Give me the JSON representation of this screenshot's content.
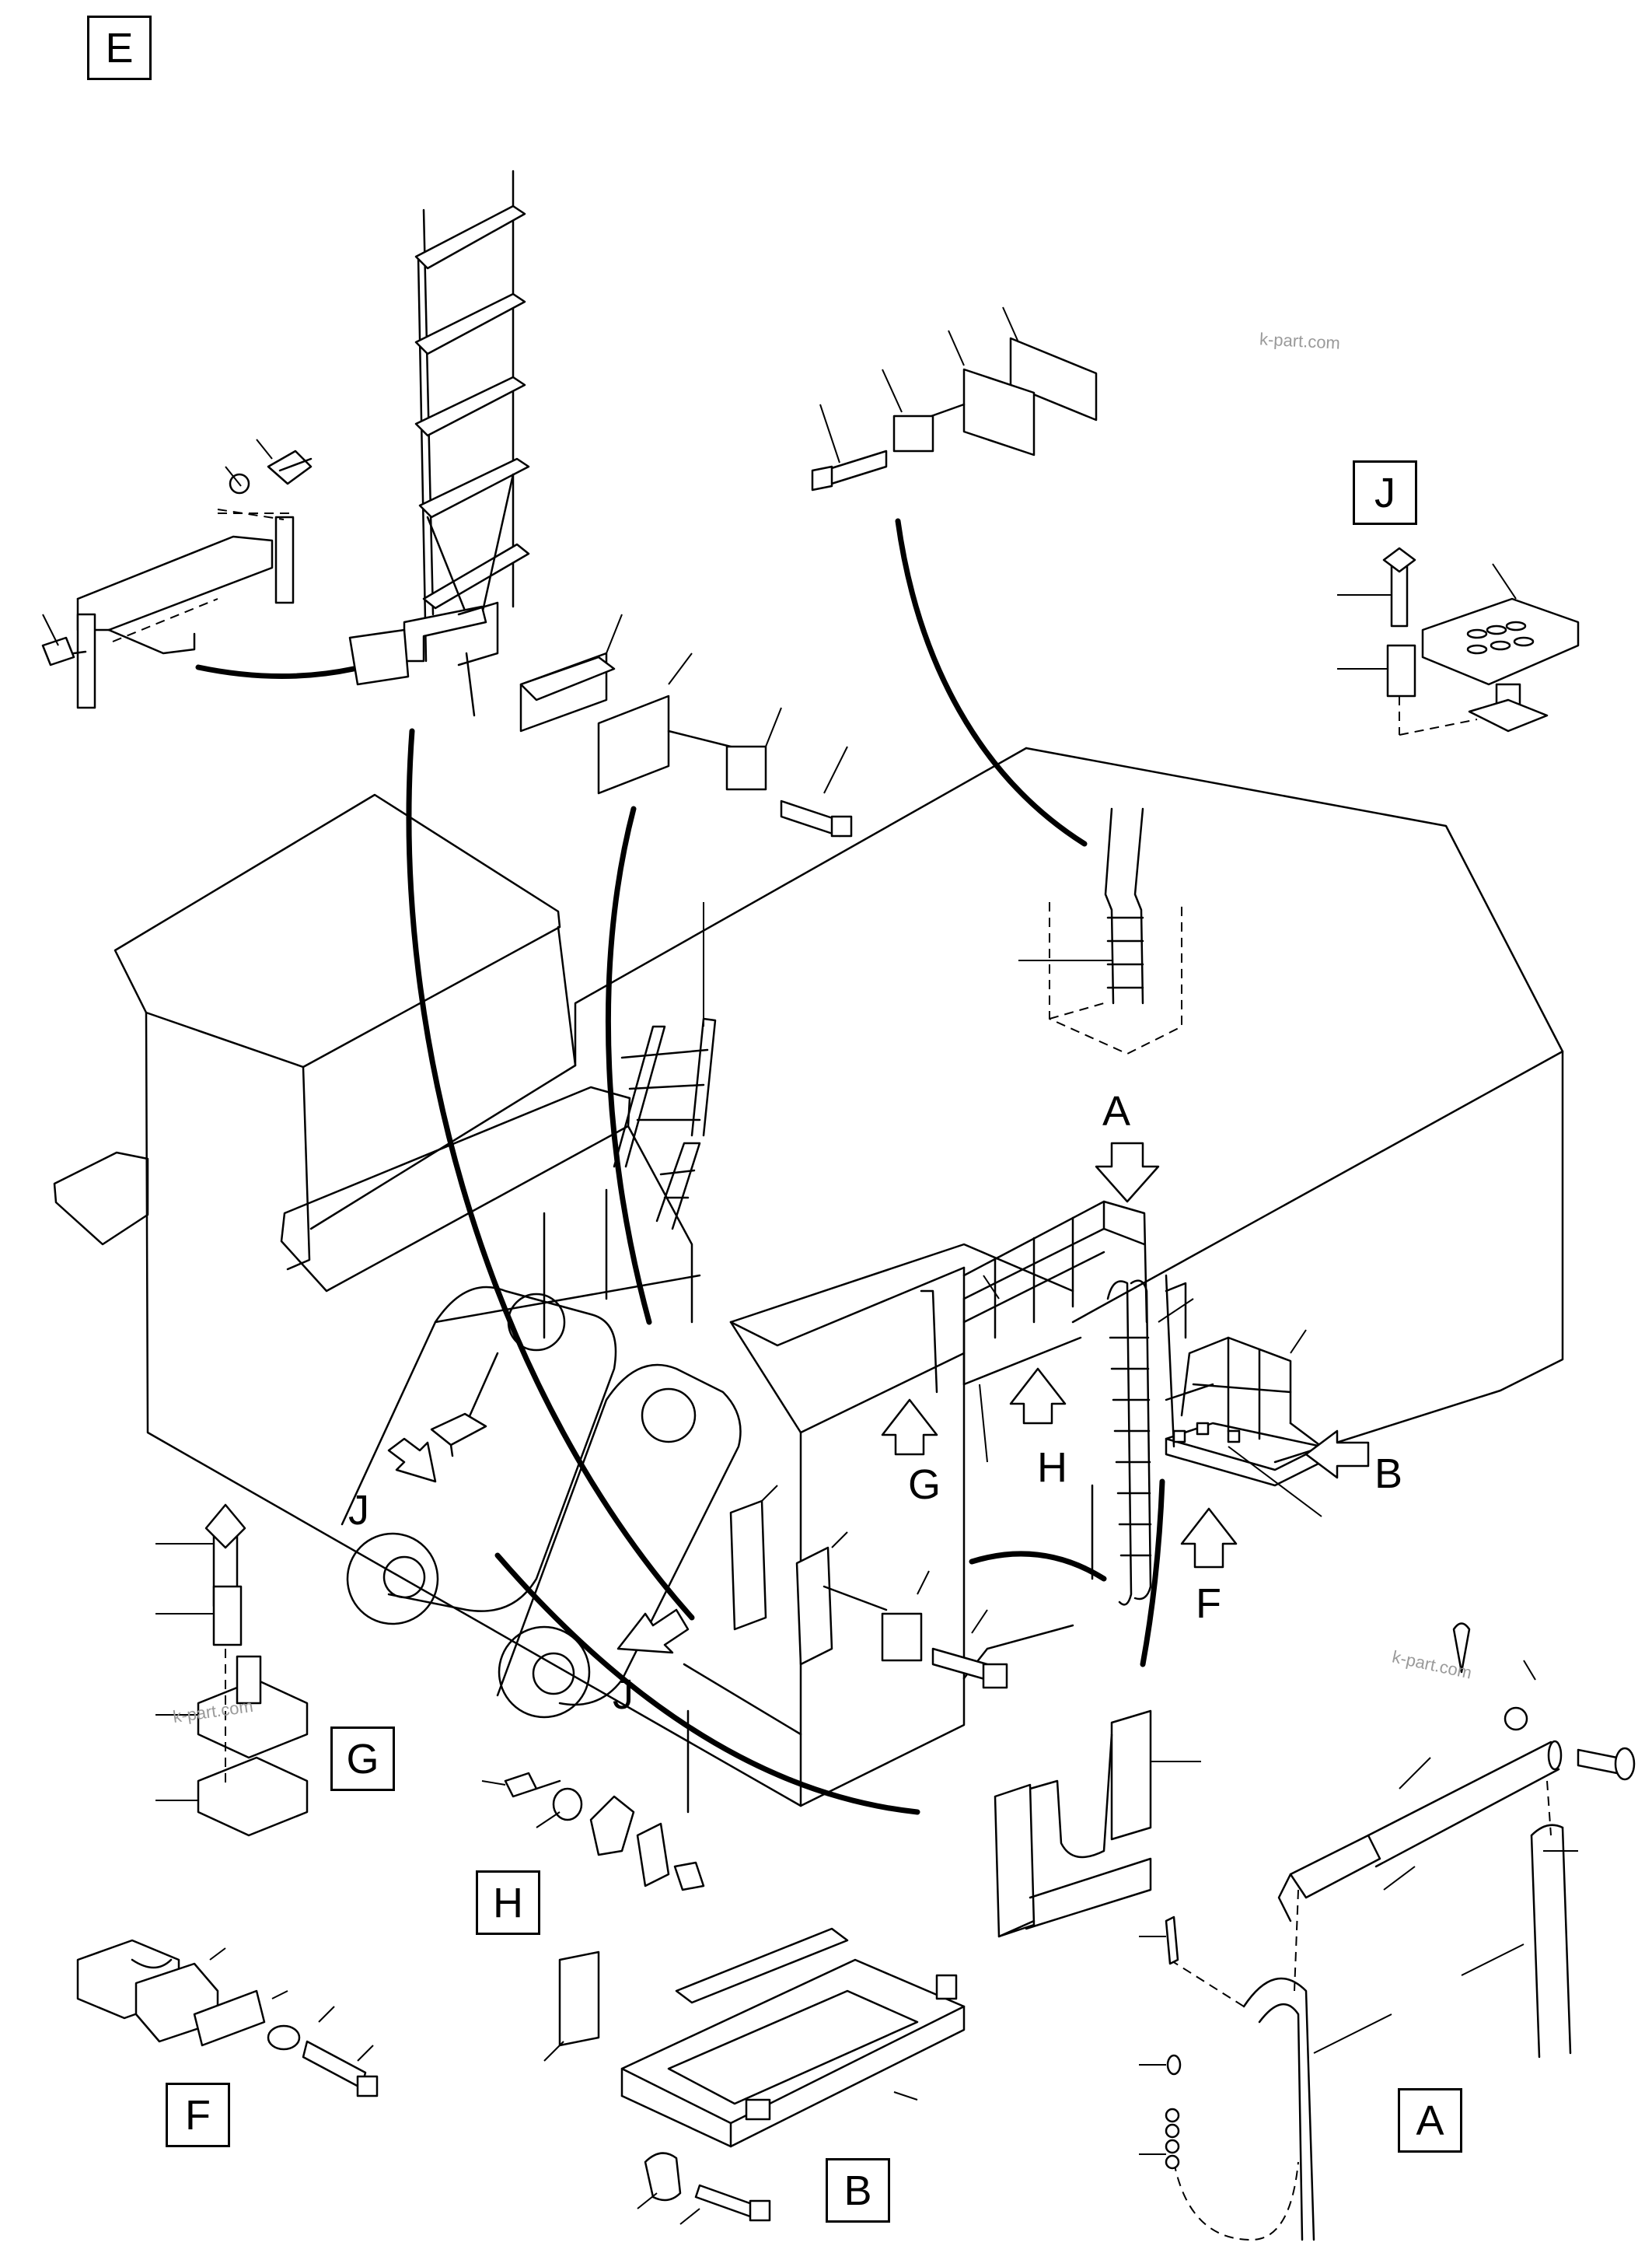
{
  "view_labels": {
    "E": "E",
    "J": "J",
    "G": "G",
    "H": "H",
    "F": "F",
    "B": "B",
    "A": "A"
  },
  "arrow_labels": {
    "A": "A",
    "G": "G",
    "H": "H",
    "B": "B",
    "F": "F",
    "J_left": "J",
    "J_bottom": "J"
  },
  "watermarks": [
    "k-part.com",
    "k-part.com",
    "k-part.com"
  ],
  "colors": {
    "line": "#000000",
    "background": "#ffffff",
    "watermark": "#9a9a9a"
  }
}
